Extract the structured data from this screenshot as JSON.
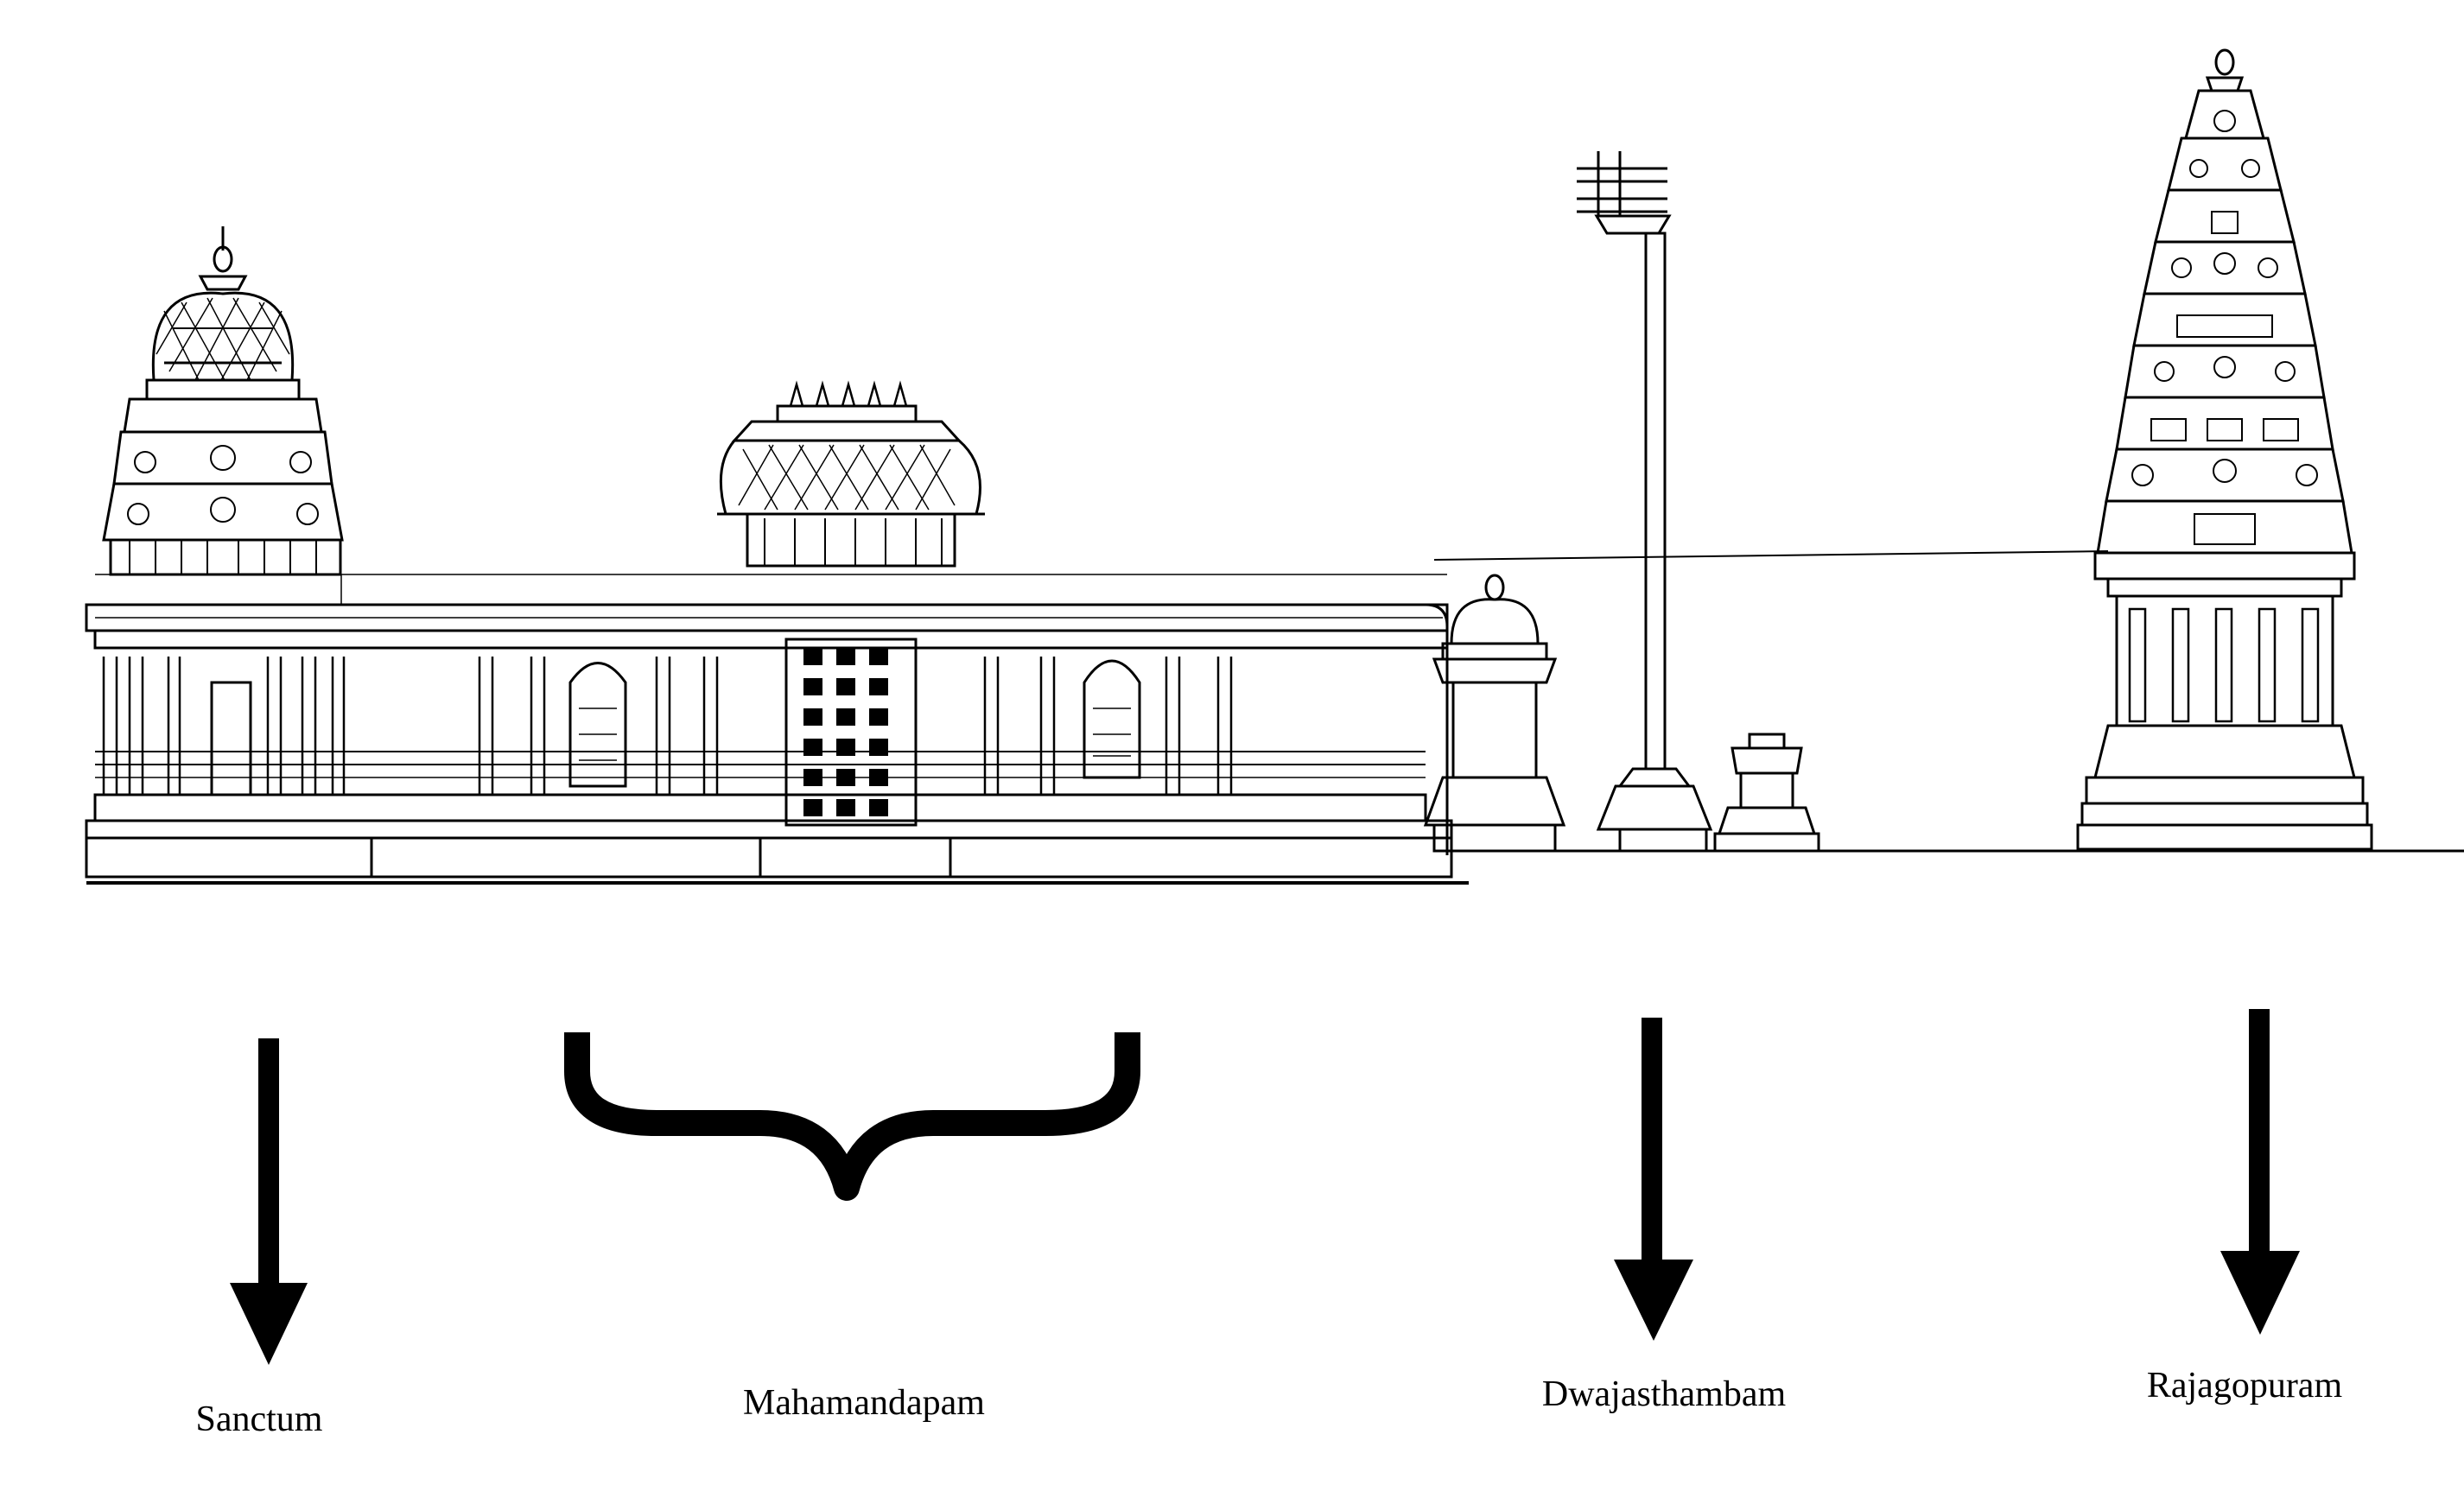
{
  "labels": {
    "sanctum": "Sanctum",
    "mahamandapam": "Mahamandapam",
    "dwajasthambam": "Dwajasthambam",
    "rajagopuram": "Rajagopuram"
  },
  "colors": {
    "ink": "#000000",
    "paper": "#ffffff"
  }
}
